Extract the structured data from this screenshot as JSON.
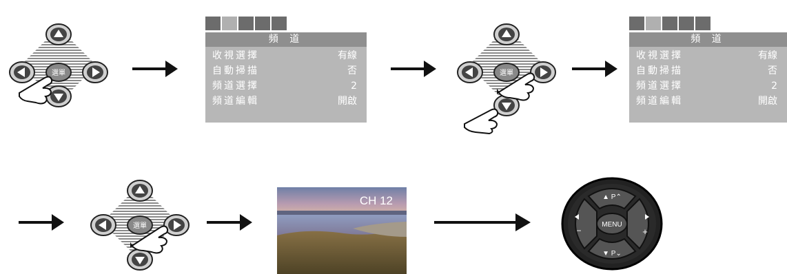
{
  "menu": {
    "title": "頻 道",
    "rows": [
      {
        "label": "收視選擇",
        "value": "有線"
      },
      {
        "label": "自動掃描",
        "value": "否"
      },
      {
        "label": "頻道選擇",
        "value": "2"
      },
      {
        "label": "頻道編輯",
        "value": "開啟"
      }
    ],
    "tab_icons": [
      "picture-icon",
      "channel-icon",
      "screen-icon",
      "tools-icon",
      "sound-icon"
    ]
  },
  "dpad": {
    "center_label": "選單",
    "center_label_short": "選單"
  },
  "preview": {
    "channel_text": "CH 12"
  },
  "remote": {
    "center_label": "MENU",
    "top_label": "▲ P⌃",
    "bottom_label": "▼ P⌄",
    "minus": "−",
    "plus": "+"
  }
}
